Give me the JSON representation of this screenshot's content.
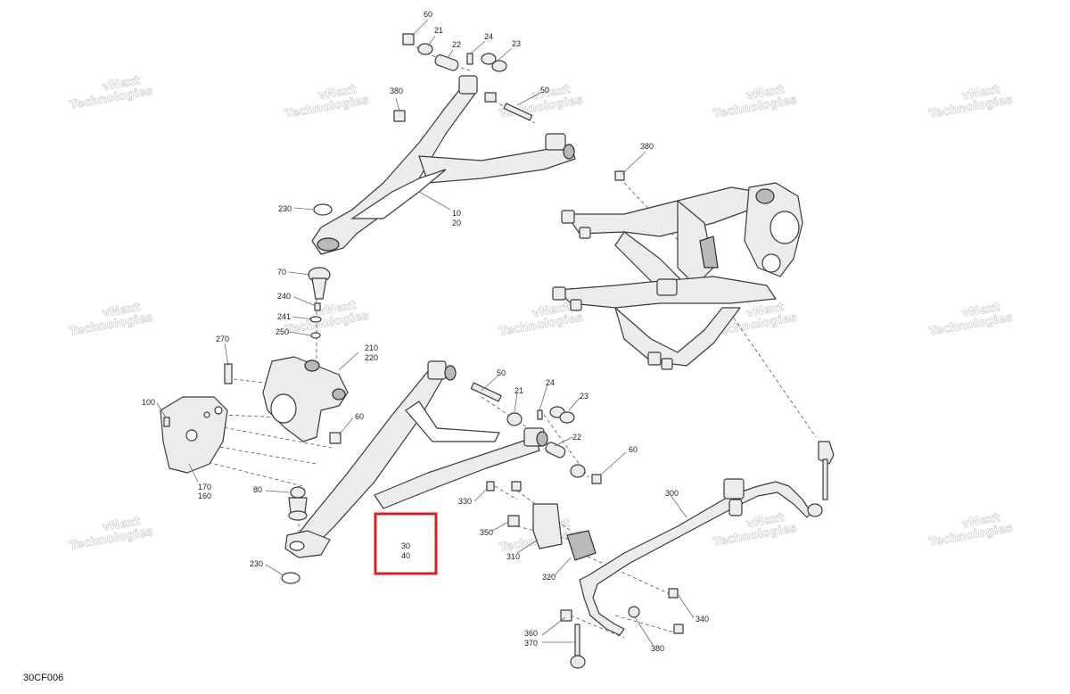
{
  "diagram_code": "30CF006",
  "highlight": {
    "line1": "30",
    "line2": "40",
    "color": "#d61f26"
  },
  "watermark": {
    "line1": "vNext",
    "line2": "Technologies"
  },
  "callouts": {
    "c60_top": "60",
    "c21_top": "21",
    "c22_top": "22",
    "c24_top": "24",
    "c23_top": "23",
    "c380_topleft": "380",
    "c50_top": "50",
    "c380_right": "380",
    "c230_top": "230",
    "c10": "10",
    "c20": "20",
    "c70": "70",
    "c240": "240",
    "c241": "241",
    "c250": "250",
    "c270": "270",
    "c210": "210",
    "c220": "220",
    "c100": "100",
    "c60_mid": "60",
    "c170": "170",
    "c160": "160",
    "c80": "80",
    "c230_bot": "230",
    "c50_mid": "50",
    "c21_mid": "21",
    "c24_mid": "24",
    "c23_mid": "23",
    "c22_mid": "22",
    "c60_low": "60",
    "c300": "300",
    "c330": "330",
    "c350": "350",
    "c310": "310",
    "c320": "320",
    "c340": "340",
    "c380_bot": "380",
    "c360": "360",
    "c370": "370"
  },
  "colors": {
    "line": "#3a3a3a",
    "part_fill": "#ececec",
    "part_shade": "#b9b9b9"
  }
}
